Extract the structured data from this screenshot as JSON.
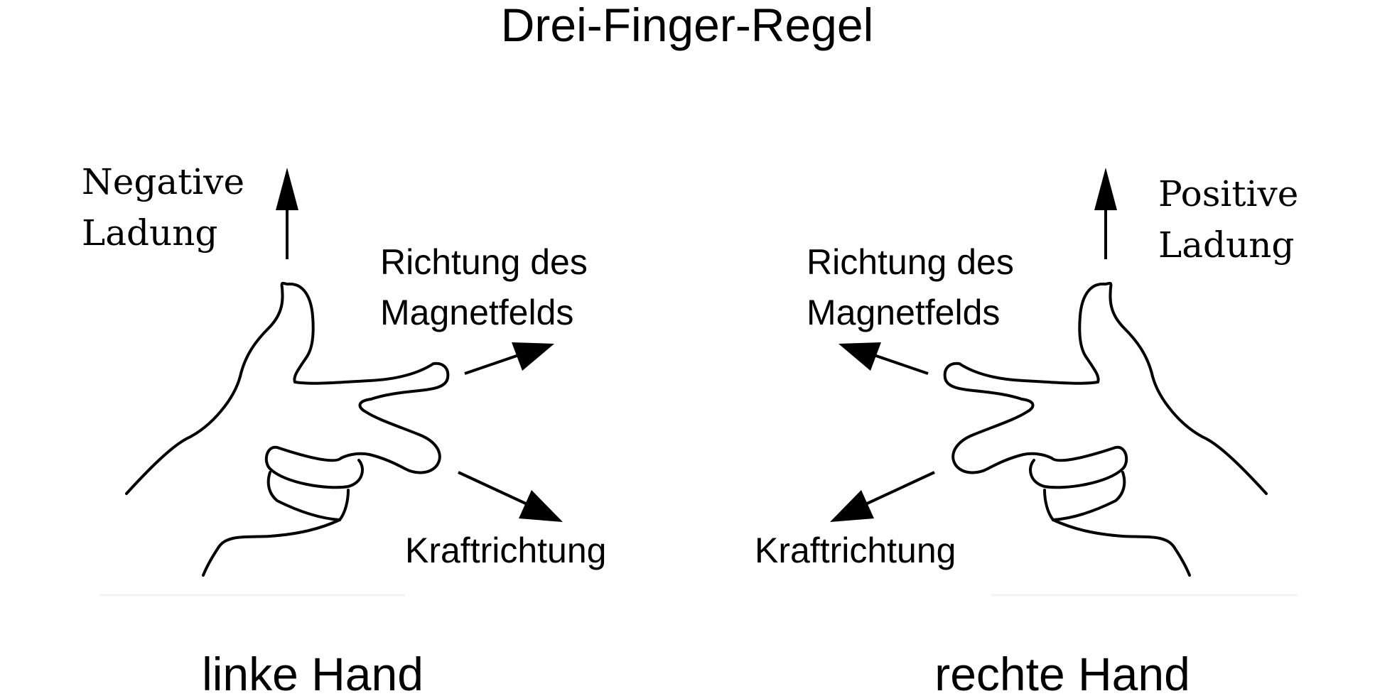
{
  "title": "Drei-Finger-Regel",
  "left_hand": {
    "caption": "linke Hand",
    "charge_line1": "Negative",
    "charge_line2": "Ladung",
    "field_line1": "Richtung des",
    "field_line2": "Magnetfelds",
    "force": "Kraftrichtung"
  },
  "right_hand": {
    "caption": "rechte Hand",
    "charge_line1": "Positive",
    "charge_line2": "Ladung",
    "field_line1": "Richtung des",
    "field_line2": "Magnetfelds",
    "force": "Kraftrichtung"
  },
  "colors": {
    "ink": "#000000",
    "background": "#ffffff"
  }
}
